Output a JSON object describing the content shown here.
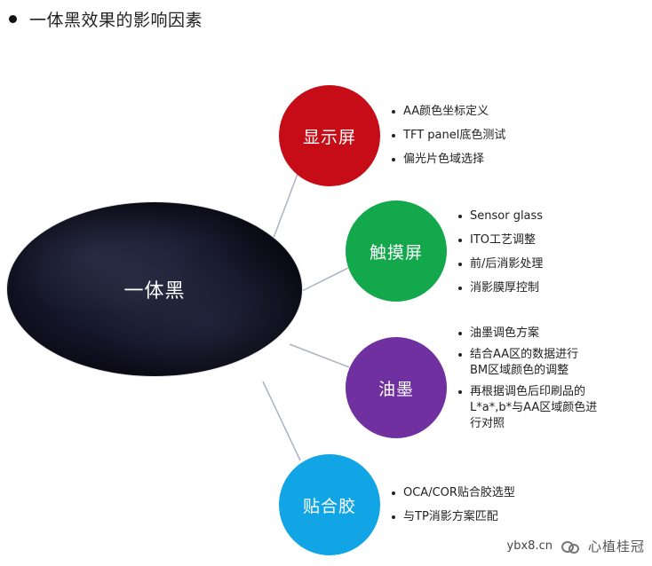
{
  "title": "一体黑效果的影响因素",
  "center": {
    "label": "一体黑"
  },
  "factors": [
    {
      "label": "显示屏",
      "color": "#c60d17",
      "items": [
        [
          "AA颜色坐标定义"
        ],
        [
          "TFT panel底色测试"
        ],
        [
          "偏光片色域选择"
        ]
      ]
    },
    {
      "label": "触摸屏",
      "color": "#14a84c",
      "items": [
        [
          "Sensor glass"
        ],
        [
          "ITO工艺调整"
        ],
        [
          "前/后消影处理"
        ],
        [
          "消影膜厚控制"
        ]
      ]
    },
    {
      "label": "油墨",
      "color": "#7030a0",
      "items": [
        [
          "油墨调色方案"
        ],
        [
          "结合AA区的数据进行",
          "BM区域颜色的调整"
        ],
        [
          "再根据调色后印刷品的",
          "L*a*,b*与AA区域颜色进",
          "行对照"
        ]
      ]
    },
    {
      "label": "贴合胶",
      "color": "#12a5e6",
      "items": [
        [
          "OCA/COR贴合胶选型"
        ],
        [
          "与TP消影方案匹配"
        ]
      ]
    }
  ],
  "watermark": {
    "site": "ybx8.cn",
    "name": "心植桂冠"
  }
}
